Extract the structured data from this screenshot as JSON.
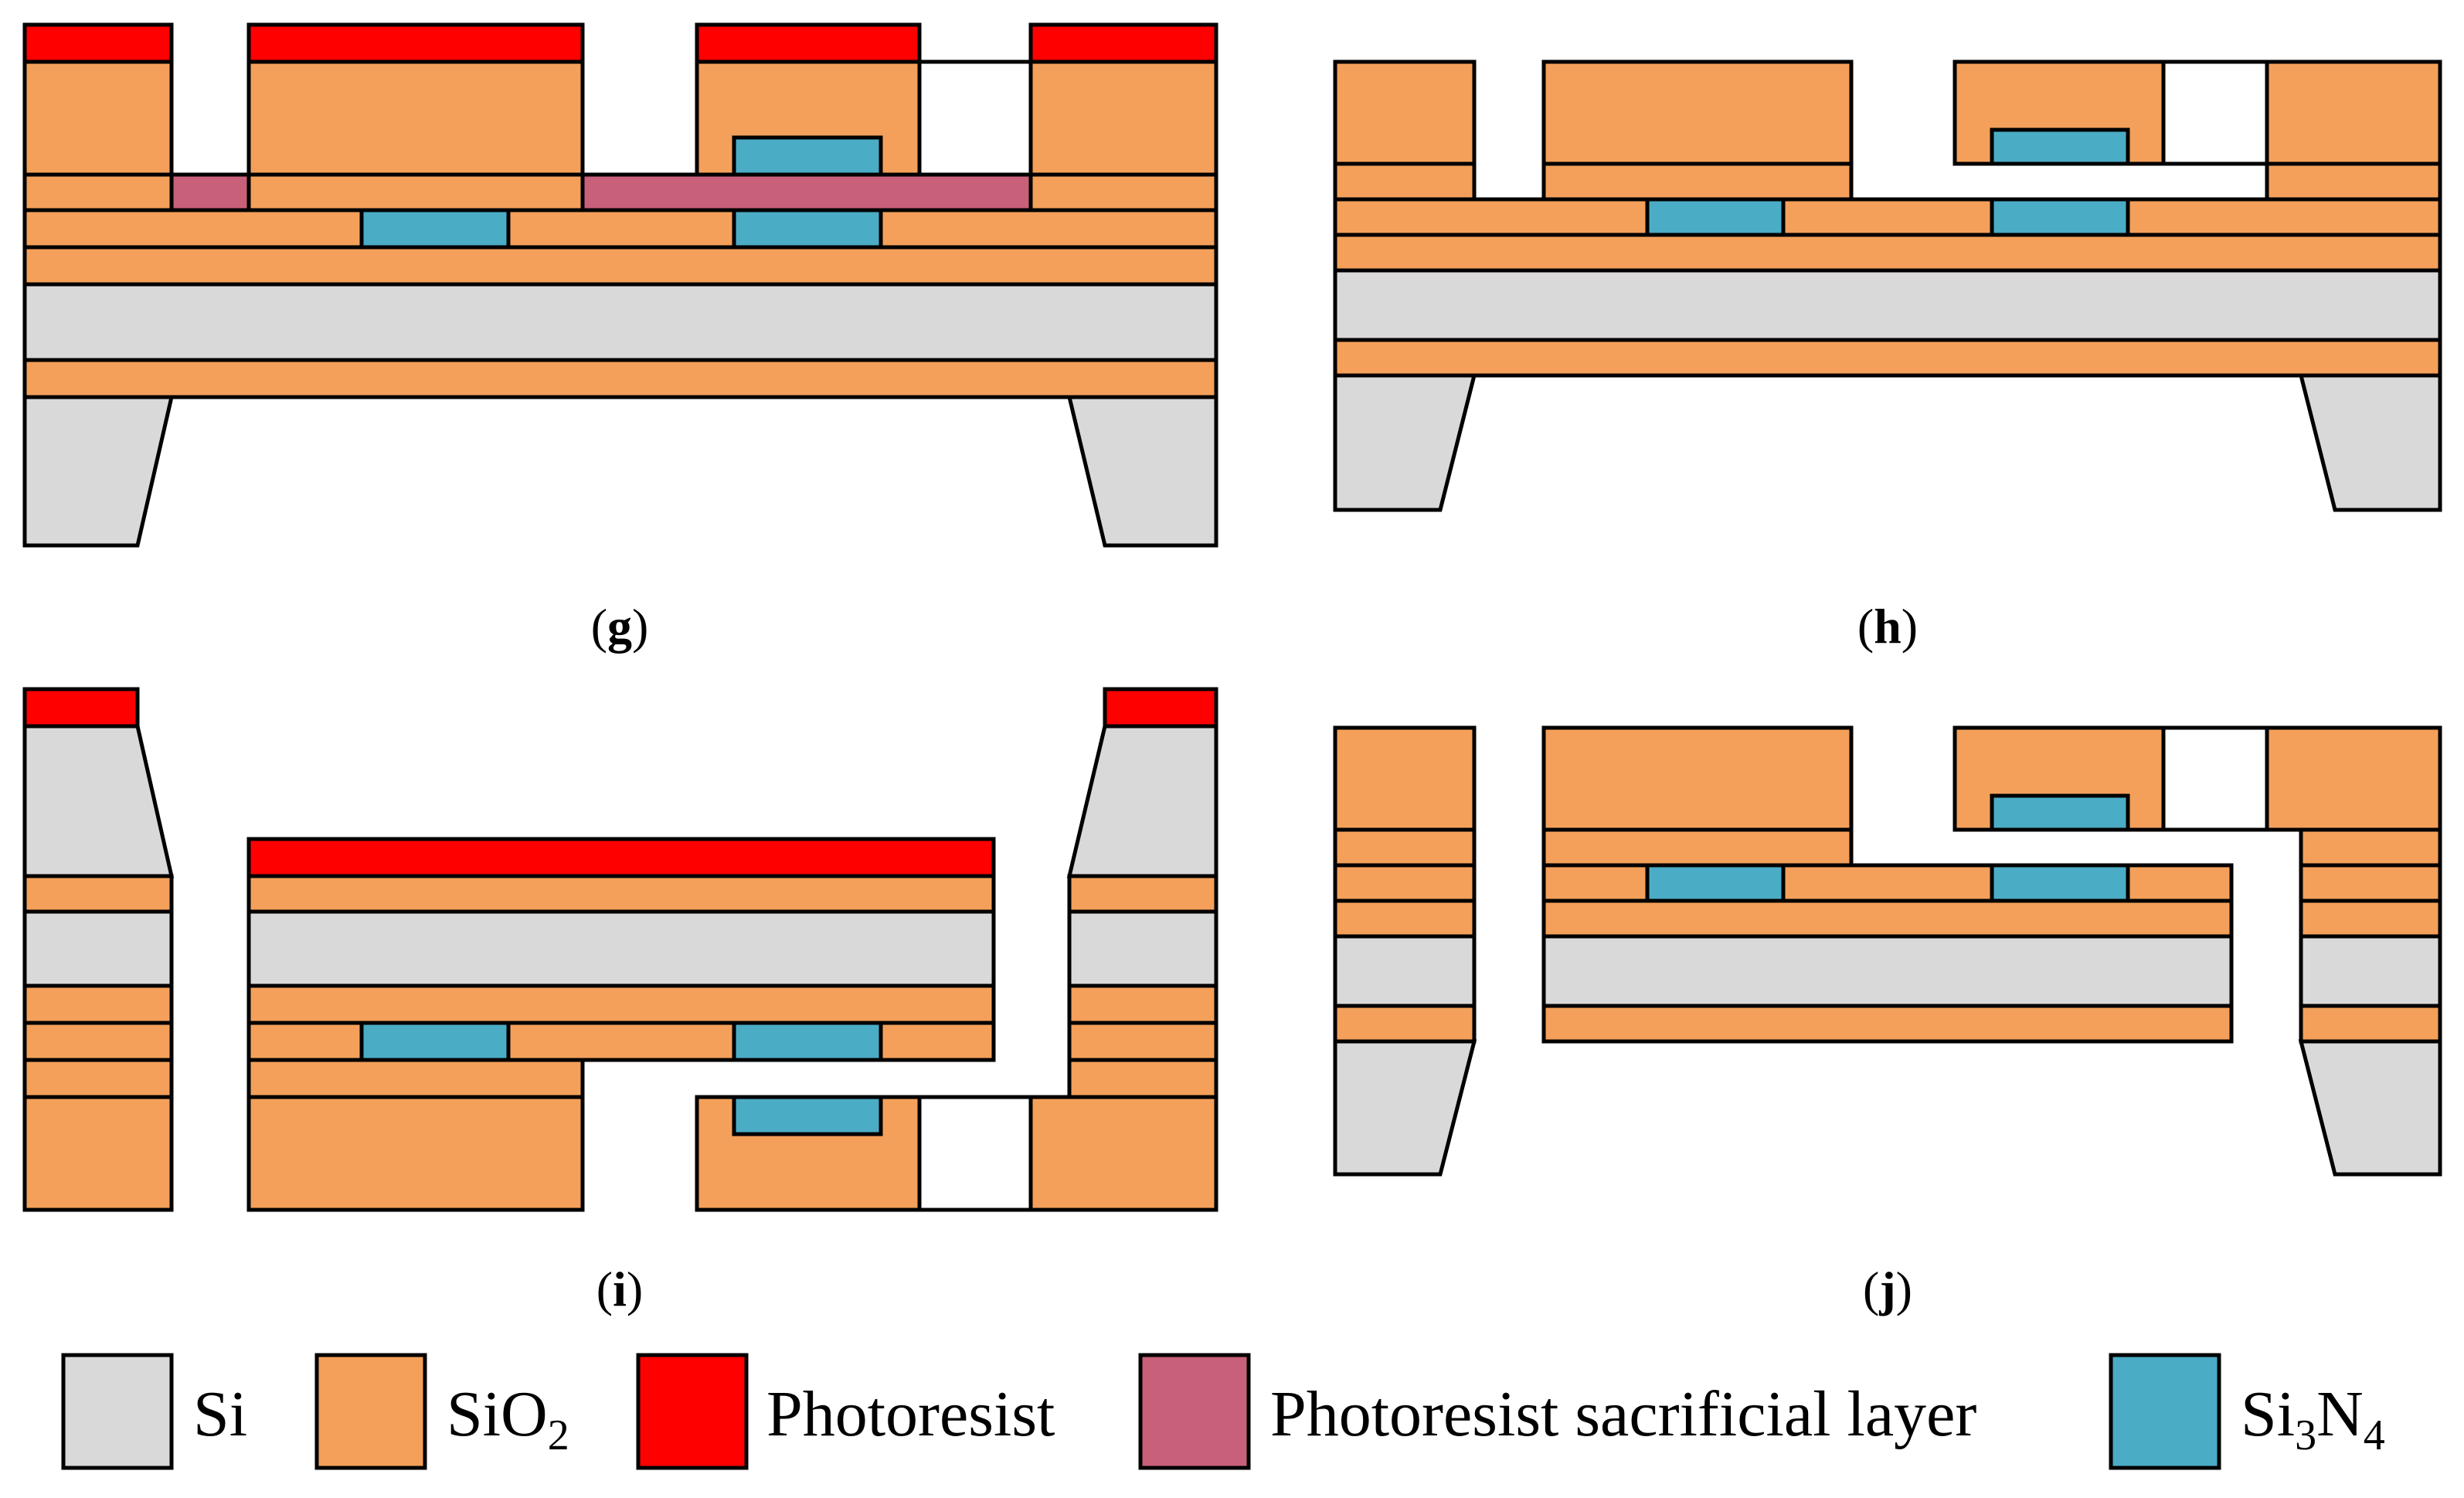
{
  "colors": {
    "si": "#d9d9d9",
    "sio2": "#f4a05a",
    "photoresist": "#ff0000",
    "sacrificial": "#c8607a",
    "si3n4": "#4bacc6",
    "void": "#ffffff",
    "stroke": "#000000"
  },
  "panels": {
    "g": {
      "label_open": "(",
      "letter": "g",
      "label_close": ")"
    },
    "h": {
      "label_open": "(",
      "letter": "h",
      "label_close": ")"
    },
    "i": {
      "label_open": "(",
      "letter": "i",
      "label_close": ")"
    },
    "j": {
      "label_open": "(",
      "letter": "j",
      "label_close": ")"
    }
  },
  "legend": {
    "si": {
      "label": "Si"
    },
    "sio2": {
      "label_main": "SiO",
      "label_sub": "2"
    },
    "photoresist": {
      "label": "Photoresist"
    },
    "sacrificial": {
      "label": "Photoresist sacrificial layer"
    },
    "si3n4": {
      "label_a": "Si",
      "sub_a": "3",
      "label_b": "N",
      "sub_b": "4"
    }
  }
}
